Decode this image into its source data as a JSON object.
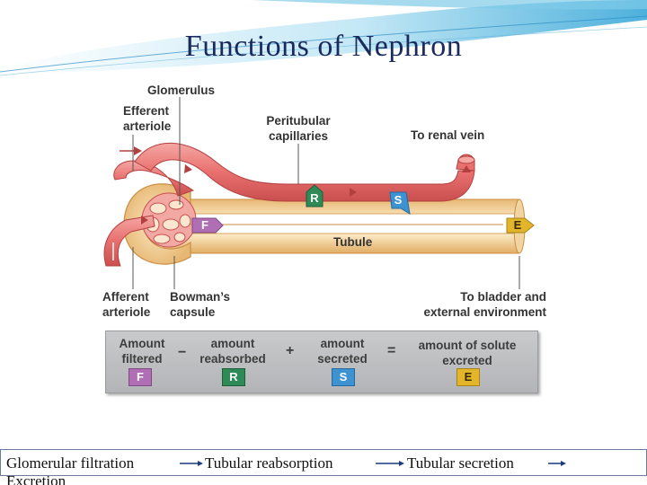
{
  "slide": {
    "title": "Functions of Nephron"
  },
  "diagram": {
    "labels": {
      "glomerulus": "Glomerulus",
      "efferent_1": "Efferent",
      "efferent_2": "arteriole",
      "peritubular_1": "Peritubular",
      "peritubular_2": "capillaries",
      "renal_vein": "To renal vein",
      "tubule": "Tubule",
      "afferent_1": "Afferent",
      "afferent_2": "arteriole",
      "bowmans_1": "Bowman’s",
      "bowmans_2": "capsule",
      "bladder_1": "To bladder and",
      "bladder_2": "external environment"
    },
    "markers": {
      "filtration": "F",
      "reabsorption": "R",
      "secretion": "S",
      "excretion": "E"
    },
    "equation": {
      "term1_a": "Amount",
      "term1_b": "filtered",
      "minus": "−",
      "term2_a": "amount",
      "term2_b": "reabsorbed",
      "plus": "+",
      "term3_a": "amount",
      "term3_b": "secreted",
      "equals": "=",
      "term4_a": "amount of solute",
      "term4_b": "excreted"
    },
    "colors": {
      "filtration": "#b06fb5",
      "reabsorption": "#2e8b57",
      "secretion": "#3d93d2",
      "excretion": "#e3b52a",
      "vessel": "#e8706f",
      "tubule": "#f5d9a8"
    }
  },
  "footer": {
    "step1": "Glomerular  filtration",
    "step2": "Tubular  reabsorption",
    "step3": "Tubular  secretion",
    "step4": "Excretion"
  }
}
